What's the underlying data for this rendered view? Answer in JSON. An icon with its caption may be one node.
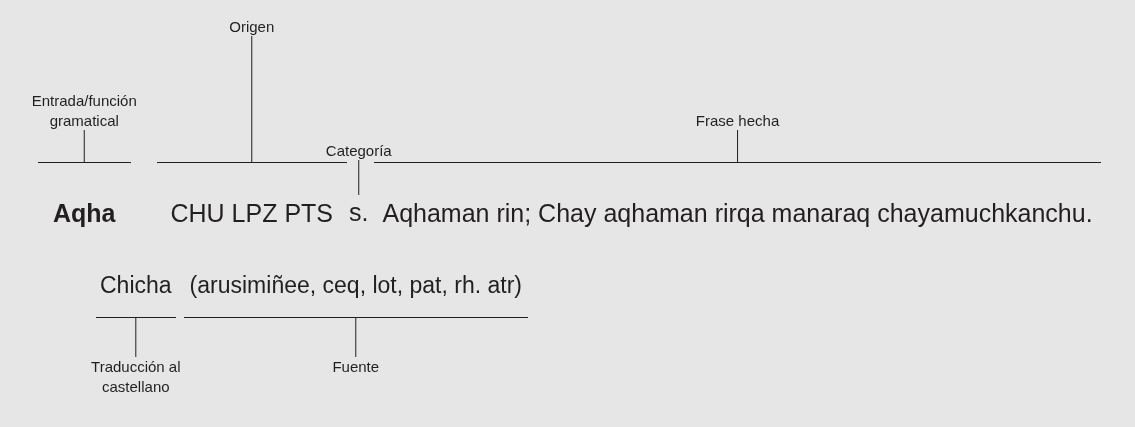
{
  "diagram": {
    "nodes": [
      {
        "text": [
          "Entrada/función gramatical"
        ]
      },
      {
        "text": [
          "Origen"
        ]
      },
      {
        "text": [
          "Categoría"
        ]
      },
      {
        "text": [
          "Frase hecha"
        ]
      },
      {
        "text": [
          "Aqha"
        ]
      },
      {
        "text": [
          "CHU LPZ PTS"
        ]
      },
      {
        "text": [
          "s."
        ]
      },
      {
        "text": [
          "Aqhaman rin; Chay aqhaman rirqa manaraq chayamuchkanchu."
        ]
      },
      {
        "text": [
          "Chicha"
        ]
      },
      {
        "text": [
          "(arusimiñee, ceq, lot, pat, rh. atr)"
        ]
      },
      {
        "text": [
          "Traducción al castellano"
        ]
      },
      {
        "text": [
          "Fuente"
        ]
      }
    ],
    "edges": [
      {
        "from": 0,
        "to": 4,
        "arrow": "none"
      },
      {
        "from": 1,
        "to": 5,
        "arrow": "none"
      },
      {
        "from": 2,
        "to": 6,
        "arrow": "none"
      },
      {
        "from": 3,
        "to": 7,
        "arrow": "none"
      },
      {
        "from": 10,
        "to": 8,
        "arrow": "none"
      },
      {
        "from": 11,
        "to": 9,
        "arrow": "none"
      }
    ]
  }
}
